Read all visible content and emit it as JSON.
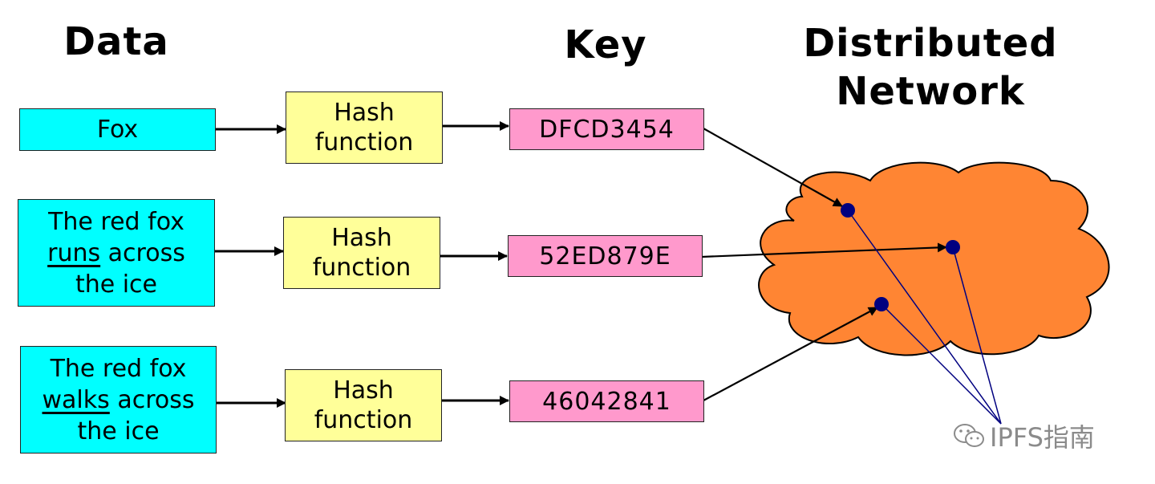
{
  "headings": {
    "data": "Data",
    "key": "Key",
    "network_line1": "Distributed",
    "network_line2": "Network"
  },
  "rows": [
    {
      "data_line1": "Fox",
      "data_line2_underlined": "",
      "data_line2_rest": "",
      "data_line3": "",
      "hash_line1": "Hash",
      "hash_line2": "function",
      "key": "DFCD3454"
    },
    {
      "data_line1": "The red fox",
      "data_line2_underlined": "runs",
      "data_line2_rest": " across",
      "data_line3": "the ice",
      "hash_line1": "Hash",
      "hash_line2": "function",
      "key": "52ED879E"
    },
    {
      "data_line1": "The red fox",
      "data_line2_underlined": "walks",
      "data_line2_rest": " across",
      "data_line3": "the ice",
      "hash_line1": "Hash",
      "hash_line2": "function",
      "key": "46042841"
    }
  ],
  "colors": {
    "data_box": "#00ffff",
    "hash_box": "#ffff99",
    "key_box": "#ff99cc",
    "cloud": "#ff8533",
    "node": "#000080"
  },
  "watermark": {
    "text": "IPFS指南",
    "icon": "wechat-icon"
  }
}
